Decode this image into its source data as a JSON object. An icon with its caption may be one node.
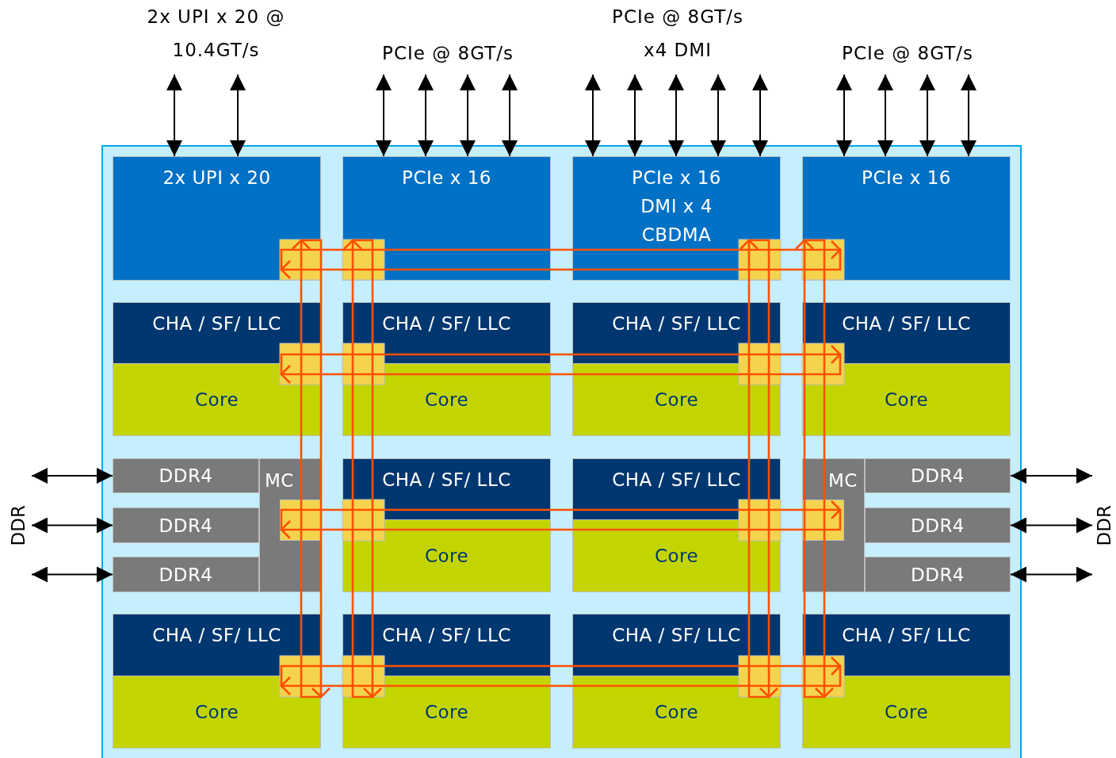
{
  "diagram": {
    "nodes": [
      {
        "text": [],
        "shape": "box"
      },
      {
        "text": [
          "2x UPI x 20 @ 10.4GT/s"
        ]
      },
      {
        "text": [
          "PCIe @ 8GT/s"
        ]
      },
      {
        "text": [
          "PCIe @ 8GT/s x4 DMI"
        ]
      },
      {
        "text": [
          "PCIe @ 8GT/s"
        ]
      },
      {
        "text": [
          "2x UPI x 20"
        ],
        "in": 0
      },
      {
        "text": [
          "PCIe x 16"
        ],
        "in": 0
      },
      {
        "text": [
          "PCIe x 16",
          "DMI x 4",
          "CBDMA"
        ],
        "in": 0
      },
      {
        "text": [
          "PCIe x 16"
        ],
        "in": 0
      },
      {
        "text": [
          "CHA / SF/ LLC"
        ],
        "in": 0
      },
      {
        "text": [
          "Core"
        ],
        "in": 0
      },
      {
        "text": [
          "CHA / SF/ LLC"
        ],
        "in": 0
      },
      {
        "text": [
          "Core"
        ],
        "in": 0
      },
      {
        "text": [
          "CHA / SF/ LLC"
        ],
        "in": 0
      },
      {
        "text": [
          "Core"
        ],
        "in": 0
      },
      {
        "text": [
          "CHA / SF/ LLC"
        ],
        "in": 0
      },
      {
        "text": [
          "Core"
        ],
        "in": 0
      },
      {
        "text": [
          "DDR4"
        ],
        "in": 0
      },
      {
        "text": [
          "DDR4"
        ],
        "in": 0
      },
      {
        "text": [
          "DDR4"
        ],
        "in": 0
      },
      {
        "text": [
          "MC"
        ],
        "in": 0
      },
      {
        "text": [
          "CHA / SF/ LLC"
        ],
        "in": 0
      },
      {
        "text": [
          "Core"
        ],
        "in": 0
      },
      {
        "text": [
          "CHA / SF/ LLC"
        ],
        "in": 0
      },
      {
        "text": [
          "Core"
        ],
        "in": 0
      },
      {
        "text": [
          "MC"
        ],
        "in": 0
      },
      {
        "text": [
          "DDR4"
        ],
        "in": 0
      },
      {
        "text": [
          "DDR4"
        ],
        "in": 0
      },
      {
        "text": [
          "DDR4"
        ],
        "in": 0
      },
      {
        "text": [
          "CHA / SF/ LLC"
        ],
        "in": 0
      },
      {
        "text": [
          "Core"
        ],
        "in": 0
      },
      {
        "text": [
          "CHA / SF/ LLC"
        ],
        "in": 0
      },
      {
        "text": [
          "Core"
        ],
        "in": 0
      },
      {
        "text": [
          "CHA / SF/ LLC"
        ],
        "in": 0
      },
      {
        "text": [
          "Core"
        ],
        "in": 0
      },
      {
        "text": [
          "CHA / SF/ LLC"
        ],
        "in": 0
      },
      {
        "text": [
          "Core"
        ],
        "in": 0
      },
      {
        "text": [
          "DDR"
        ]
      },
      {
        "text": [
          "DDR"
        ]
      }
    ],
    "edges": [
      {
        "from": 1,
        "to": 5,
        "arrow": "both"
      },
      {
        "from": 1,
        "to": 5,
        "arrow": "both"
      },
      {
        "from": 2,
        "to": 6,
        "arrow": "both"
      },
      {
        "from": 2,
        "to": 6,
        "arrow": "both"
      },
      {
        "from": 2,
        "to": 6,
        "arrow": "both"
      },
      {
        "from": 2,
        "to": 6,
        "arrow": "both"
      },
      {
        "from": 3,
        "to": 7,
        "arrow": "both"
      },
      {
        "from": 3,
        "to": 7,
        "arrow": "both"
      },
      {
        "from": 3,
        "to": 7,
        "arrow": "both"
      },
      {
        "from": 3,
        "to": 7,
        "arrow": "both"
      },
      {
        "from": 3,
        "to": 7,
        "arrow": "both"
      },
      {
        "from": 4,
        "to": 8,
        "arrow": "both"
      },
      {
        "from": 4,
        "to": 8,
        "arrow": "both"
      },
      {
        "from": 4,
        "to": 8,
        "arrow": "both"
      },
      {
        "from": 4,
        "to": 8,
        "arrow": "both"
      },
      {
        "from": 37,
        "to": 17,
        "arrow": "both"
      },
      {
        "from": 37,
        "to": 18,
        "arrow": "both"
      },
      {
        "from": 37,
        "to": 19,
        "arrow": "both"
      },
      {
        "from": 38,
        "to": 26,
        "arrow": "both"
      },
      {
        "from": 38,
        "to": 27,
        "arrow": "both"
      },
      {
        "from": 38,
        "to": 28,
        "arrow": "both"
      }
    ]
  }
}
